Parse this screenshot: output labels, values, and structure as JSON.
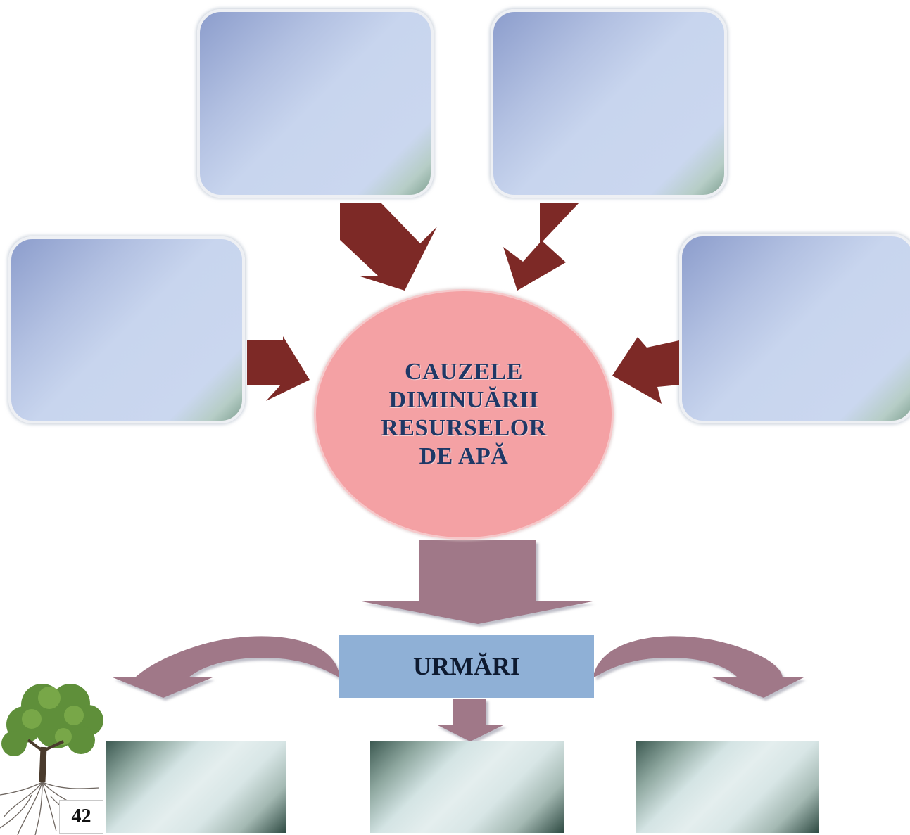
{
  "diagram": {
    "center": {
      "lines": [
        "CAUZELE",
        "DIMINUĂRII",
        "RESURSELOR",
        "DE APĂ"
      ]
    },
    "consequences_label": "URMĂRI",
    "cause_boxes": [
      {
        "text": ""
      },
      {
        "text": ""
      },
      {
        "text": ""
      },
      {
        "text": ""
      }
    ],
    "effect_boxes": [
      {
        "text": ""
      },
      {
        "text": ""
      },
      {
        "text": ""
      }
    ]
  },
  "page": {
    "number": "42",
    "decoration_icon": "tree-icon"
  },
  "colors": {
    "arrow_dark_red": "#7d2926",
    "arrow_mauve": "#a07888",
    "circle_fill": "#f4a1a4",
    "circle_text": "#1f3866",
    "urmari_fill": "#8fb0d6",
    "cause_box_fill": "#c8d5ee"
  }
}
